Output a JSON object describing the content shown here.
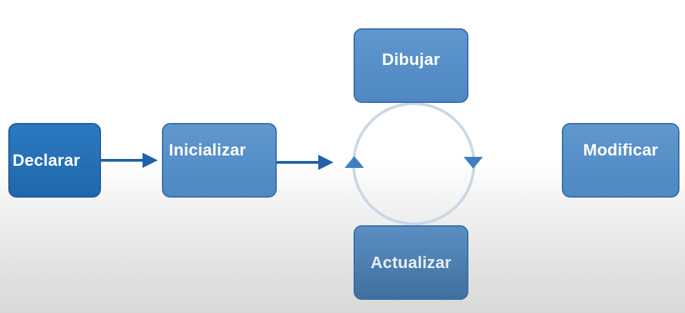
{
  "diagram": {
    "nodes": {
      "declarar": "Declarar",
      "inicializar": "Inicializar",
      "dibujar": "Dibujar",
      "actualizar": "Actualizar",
      "modificar": "Modificar"
    },
    "edges": [
      {
        "from": "declarar",
        "to": "inicializar"
      },
      {
        "from": "inicializar",
        "to": "loop"
      }
    ],
    "loop": {
      "between": [
        "dibujar",
        "actualizar"
      ],
      "direction": "clockwise"
    }
  },
  "colors": {
    "declarar_fill": "#2a75ba",
    "node_fill": "#5790c8",
    "actualizar_fill": "#4a7fb3",
    "arrow": "#1f62a8",
    "loop_circle": "#c9d7e6",
    "loop_arrowhead": "#3f7fbf"
  }
}
